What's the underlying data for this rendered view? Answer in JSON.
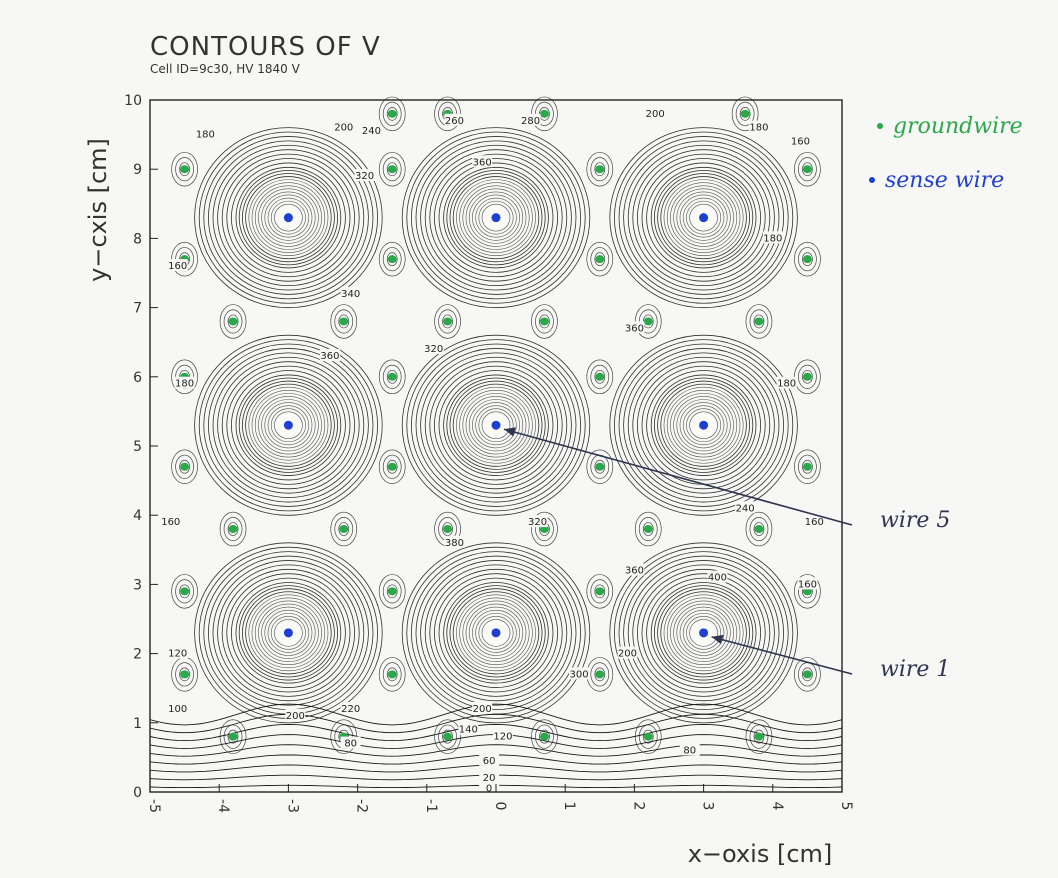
{
  "chart_data": {
    "type": "contour",
    "title": "CONTOURS OF V",
    "subtitle": "Cell ID=9c30, HV 1840 V",
    "xlabel": "x−oxis [cm]",
    "ylabel": "y−cxis [cm]",
    "xlim": [
      -5,
      5
    ],
    "ylim": [
      0,
      10
    ],
    "x_ticks": [
      "-5",
      "-4",
      "-3",
      "-2",
      "-1",
      "0",
      "1",
      "2",
      "3",
      "4",
      "5"
    ],
    "y_ticks": [
      "0",
      "1",
      "2",
      "3",
      "4",
      "5",
      "6",
      "7",
      "8",
      "9",
      "10"
    ],
    "sense_wires": [
      {
        "x": -3,
        "y": 8.3
      },
      {
        "x": 0,
        "y": 8.3
      },
      {
        "x": 3,
        "y": 8.3
      },
      {
        "x": -3,
        "y": 5.3
      },
      {
        "x": 0,
        "y": 5.3
      },
      {
        "x": 3,
        "y": 5.3
      },
      {
        "x": -3,
        "y": 2.3
      },
      {
        "x": 0,
        "y": 2.3
      },
      {
        "x": 3,
        "y": 2.3
      }
    ],
    "ground_wires": [
      {
        "x": -1.5,
        "y": 9.8
      },
      {
        "x": -0.7,
        "y": 9.8
      },
      {
        "x": 0.7,
        "y": 9.8
      },
      {
        "x": 3.6,
        "y": 9.8
      },
      {
        "x": -4.5,
        "y": 9.0
      },
      {
        "x": -1.5,
        "y": 9.0
      },
      {
        "x": 1.5,
        "y": 9.0
      },
      {
        "x": 4.5,
        "y": 9.0
      },
      {
        "x": -4.5,
        "y": 7.7
      },
      {
        "x": -1.5,
        "y": 7.7
      },
      {
        "x": 1.5,
        "y": 7.7
      },
      {
        "x": 4.5,
        "y": 7.7
      },
      {
        "x": -3.8,
        "y": 6.8
      },
      {
        "x": -2.2,
        "y": 6.8
      },
      {
        "x": -0.7,
        "y": 6.8
      },
      {
        "x": 0.7,
        "y": 6.8
      },
      {
        "x": 2.2,
        "y": 6.8
      },
      {
        "x": 3.8,
        "y": 6.8
      },
      {
        "x": -4.5,
        "y": 6.0
      },
      {
        "x": -1.5,
        "y": 6.0
      },
      {
        "x": 1.5,
        "y": 6.0
      },
      {
        "x": 4.5,
        "y": 6.0
      },
      {
        "x": -4.5,
        "y": 4.7
      },
      {
        "x": -1.5,
        "y": 4.7
      },
      {
        "x": 1.5,
        "y": 4.7
      },
      {
        "x": 4.5,
        "y": 4.7
      },
      {
        "x": -3.8,
        "y": 3.8
      },
      {
        "x": -2.2,
        "y": 3.8
      },
      {
        "x": -0.7,
        "y": 3.8
      },
      {
        "x": 0.7,
        "y": 3.8
      },
      {
        "x": 2.2,
        "y": 3.8
      },
      {
        "x": 3.8,
        "y": 3.8
      },
      {
        "x": -4.5,
        "y": 2.9
      },
      {
        "x": -1.5,
        "y": 2.9
      },
      {
        "x": 1.5,
        "y": 2.9
      },
      {
        "x": 4.5,
        "y": 2.9
      },
      {
        "x": -4.5,
        "y": 1.7
      },
      {
        "x": -1.5,
        "y": 1.7
      },
      {
        "x": 1.5,
        "y": 1.7
      },
      {
        "x": 4.5,
        "y": 1.7
      },
      {
        "x": -3.8,
        "y": 0.8
      },
      {
        "x": -2.2,
        "y": 0.8
      },
      {
        "x": -0.7,
        "y": 0.8
      },
      {
        "x": 0.7,
        "y": 0.8
      },
      {
        "x": 2.2,
        "y": 0.8
      },
      {
        "x": 3.8,
        "y": 0.8
      }
    ],
    "contour_labels": [
      {
        "text": "200",
        "x": -2.2,
        "y": 9.6
      },
      {
        "text": "240",
        "x": -1.8,
        "y": 9.55
      },
      {
        "text": "260",
        "x": -0.6,
        "y": 9.7
      },
      {
        "text": "280",
        "x": 0.5,
        "y": 9.7
      },
      {
        "text": "200",
        "x": 2.3,
        "y": 9.8
      },
      {
        "text": "180",
        "x": 3.8,
        "y": 9.6
      },
      {
        "text": "160",
        "x": 4.4,
        "y": 9.4
      },
      {
        "text": "180",
        "x": -4.2,
        "y": 9.5
      },
      {
        "text": "360",
        "x": -0.2,
        "y": 9.1
      },
      {
        "text": "320",
        "x": -1.9,
        "y": 8.9
      },
      {
        "text": "180",
        "x": 4.0,
        "y": 8.0
      },
      {
        "text": "160",
        "x": -4.6,
        "y": 7.6
      },
      {
        "text": "340",
        "x": -2.1,
        "y": 7.2
      },
      {
        "text": "360",
        "x": -2.4,
        "y": 6.3
      },
      {
        "text": "320",
        "x": -0.9,
        "y": 6.4
      },
      {
        "text": "360",
        "x": 2.0,
        "y": 6.7
      },
      {
        "text": "180",
        "x": 4.2,
        "y": 5.9
      },
      {
        "text": "180",
        "x": -4.5,
        "y": 5.9
      },
      {
        "text": "320",
        "x": 0.6,
        "y": 3.9
      },
      {
        "text": "380",
        "x": -0.6,
        "y": 3.6
      },
      {
        "text": "240",
        "x": 3.6,
        "y": 4.1
      },
      {
        "text": "160",
        "x": -4.7,
        "y": 3.9
      },
      {
        "text": "160",
        "x": 4.6,
        "y": 3.9
      },
      {
        "text": "360",
        "x": 2.0,
        "y": 3.2
      },
      {
        "text": "160",
        "x": 4.5,
        "y": 3.0
      },
      {
        "text": "400",
        "x": 3.2,
        "y": 3.1
      },
      {
        "text": "200",
        "x": 1.9,
        "y": 2.0
      },
      {
        "text": "300",
        "x": 1.2,
        "y": 1.7
      },
      {
        "text": "120",
        "x": -4.6,
        "y": 2.0
      },
      {
        "text": "100",
        "x": -4.6,
        "y": 1.2
      },
      {
        "text": "220",
        "x": -2.1,
        "y": 1.2
      },
      {
        "text": "200",
        "x": -2.9,
        "y": 1.1
      },
      {
        "text": "200",
        "x": -0.2,
        "y": 1.2
      },
      {
        "text": "140",
        "x": -0.4,
        "y": 0.9
      },
      {
        "text": "120",
        "x": 0.1,
        "y": 0.8
      },
      {
        "text": "80",
        "x": -2.1,
        "y": 0.7
      },
      {
        "text": "80",
        "x": 2.8,
        "y": 0.6
      },
      {
        "text": "60",
        "x": -0.1,
        "y": 0.45
      },
      {
        "text": "20",
        "x": -0.1,
        "y": 0.2
      },
      {
        "text": "0",
        "x": -0.1,
        "y": 0.05
      }
    ],
    "legend": [
      {
        "label": "groundwire",
        "color": "#2aa84a"
      },
      {
        "label": "sense wire",
        "color": "#1f3fd0"
      }
    ],
    "annotations": [
      {
        "text": "wire 5",
        "x": 0,
        "y": 5.3
      },
      {
        "text": "wire 1",
        "x": 3,
        "y": 2.3
      }
    ],
    "colors": {
      "contour": "#1a1a1a",
      "ground_wire": "#2aa84a",
      "sense_wire": "#1f3fd0",
      "annotation": "#2e3550",
      "legend_ground": "#2aa84a",
      "legend_sense": "#1f3fd0"
    }
  }
}
